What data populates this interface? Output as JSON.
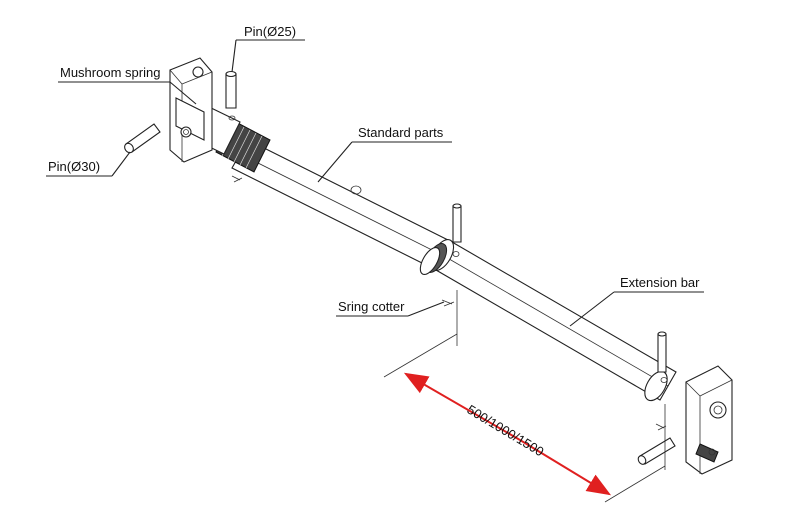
{
  "labels": {
    "pin_25": "Pin(Ø25)",
    "mushroom_spring": "Mushroom spring",
    "standard_parts": "Standard parts",
    "pin_30": "Pin(Ø30)",
    "spring_cotter": "Sring cotter",
    "extension_bar": "Extension bar",
    "dimension": "500/1000/1500"
  },
  "colors": {
    "line": "#222222",
    "background": "#ffffff",
    "dimension_arrow": "#e02020"
  }
}
